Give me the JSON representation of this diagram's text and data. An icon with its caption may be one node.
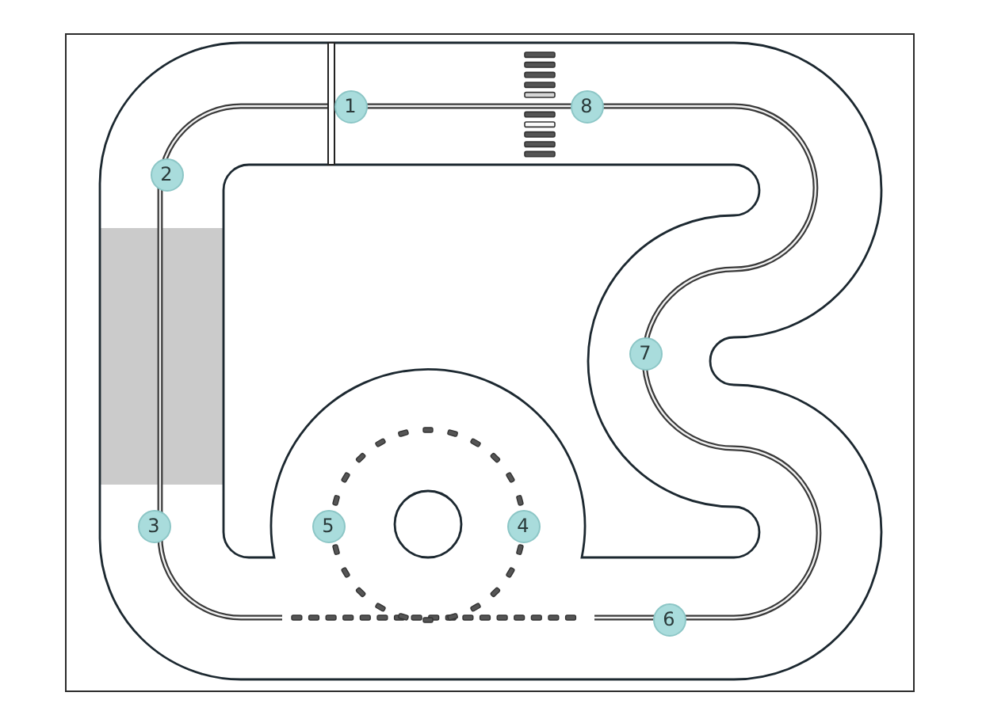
{
  "diagram": {
    "labels": [
      "1",
      "8",
      "2",
      "7",
      "3",
      "5",
      "4",
      "6"
    ]
  }
}
